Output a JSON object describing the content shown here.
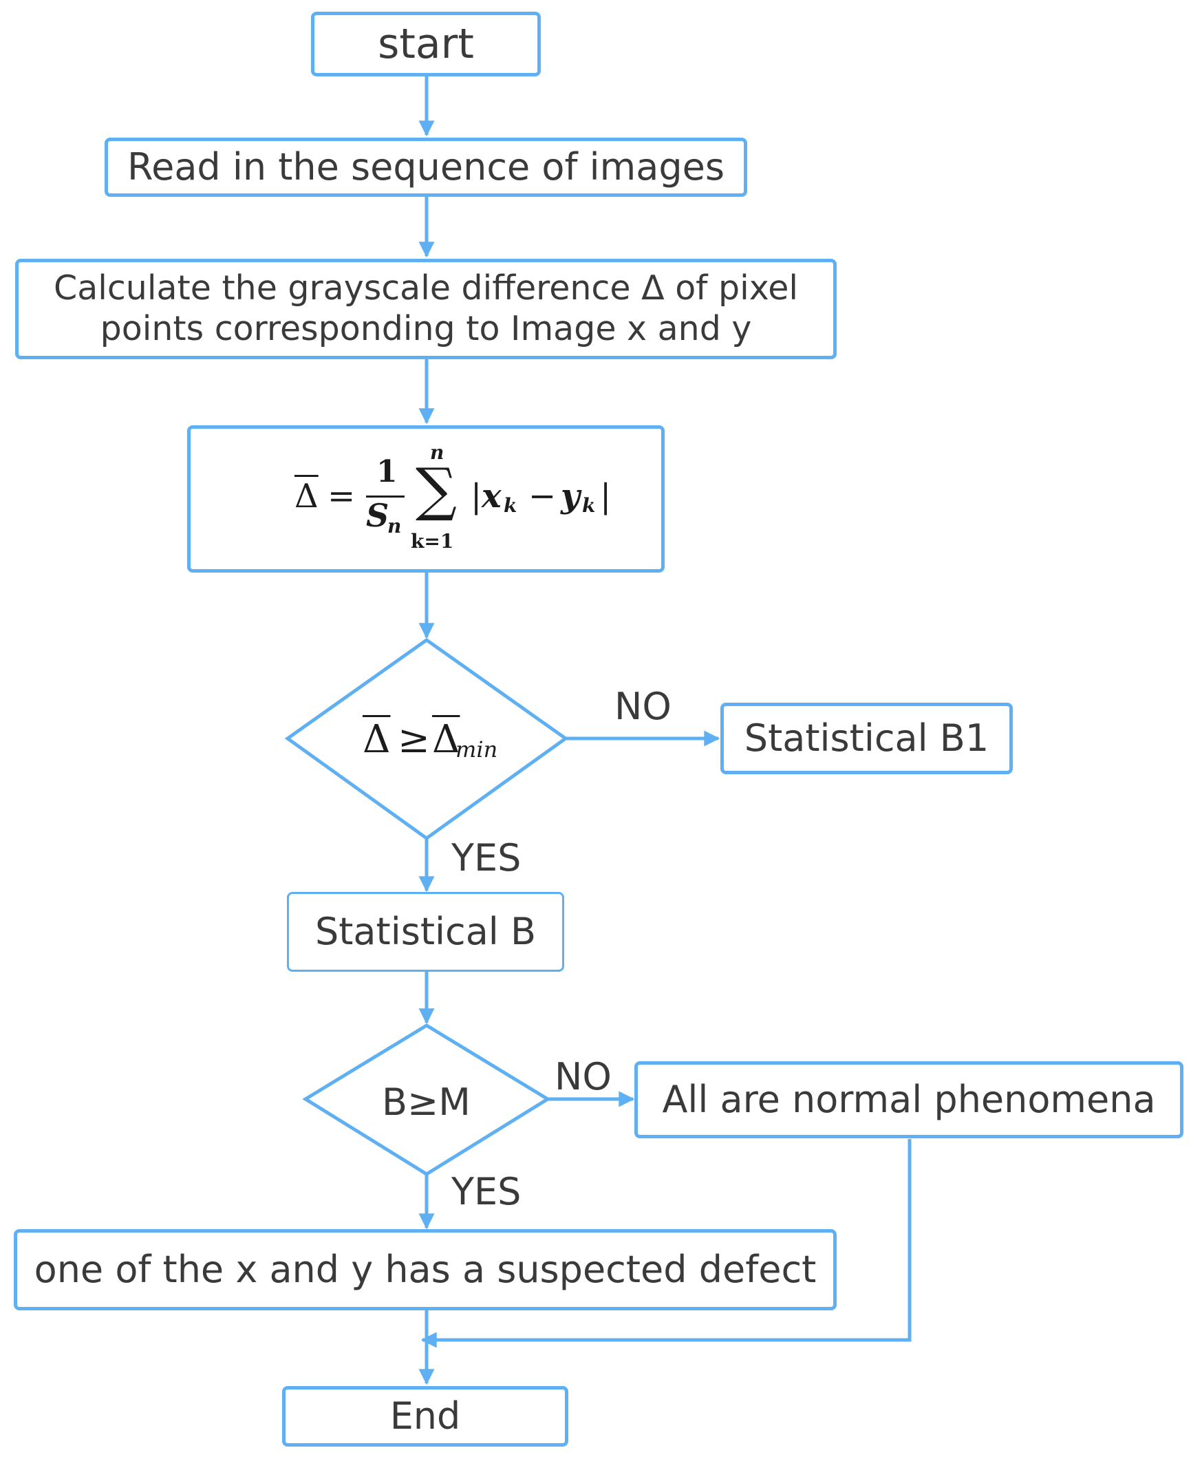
{
  "flowchart": {
    "start_label": "start",
    "read_label": "Read in the sequence of images",
    "calc_line1": "Calculate the grayscale difference Δ of pixel",
    "calc_line2": "points corresponding to Image x and y",
    "formula": {
      "lhs": "Δ",
      "equals": "=",
      "numerator": "1",
      "denominator_base": "S",
      "denominator_sub": "n",
      "sum_symbol": "∑",
      "sum_upper": "n",
      "sum_lower": "k=1",
      "term_open": "|",
      "term_x": "x",
      "term_x_sub": "k",
      "term_minus": "−",
      "term_y": "y",
      "term_y_sub": "k",
      "term_close": "|"
    },
    "decision1": {
      "lhs": "Δ",
      "op": "≥",
      "rhs": "Δ",
      "rhs_sub": "min"
    },
    "no_label_1": "NO",
    "yes_label_1": "YES",
    "stat_b1_label": "Statistical B1",
    "stat_b_label": "Statistical B",
    "decision2_label": "B≥M",
    "no_label_2": "NO",
    "yes_label_2": "YES",
    "normal_label": "All are normal phenomena",
    "defect_label": "one of the x and y has a suspected defect",
    "end_label": "End"
  },
  "colors": {
    "stroke": "#5fb0f3",
    "text": "#3a3a3a"
  }
}
